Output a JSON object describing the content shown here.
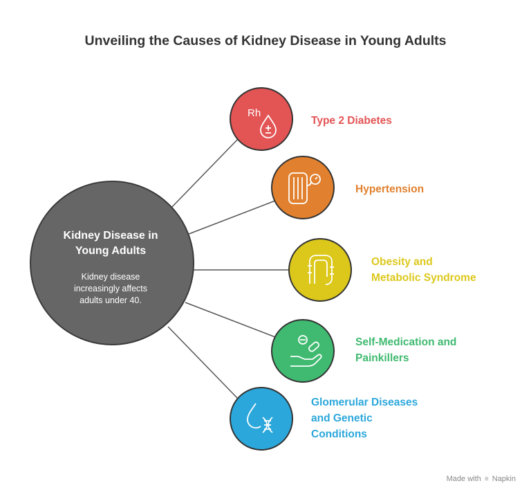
{
  "title": "Unveiling the Causes of Kidney Disease in Young Adults",
  "center": {
    "title_lines": [
      "Kidney Disease in",
      "Young Adults"
    ],
    "description_lines": [
      "Kidney disease",
      "increasingly affects",
      "adults under 40."
    ],
    "color": "#666666"
  },
  "causes": [
    {
      "label_lines": [
        "Type 2 Diabetes"
      ],
      "color": "#E35454",
      "icon": "rh-blood-drop-icon",
      "icon_text": "Rh"
    },
    {
      "label_lines": [
        "Hypertension"
      ],
      "color": "#E1812F",
      "icon": "blood-pressure-gauge-icon"
    },
    {
      "label_lines": [
        "Obesity and",
        "Metabolic Syndrome"
      ],
      "color": "#DCC81B",
      "icon": "intestine-icon"
    },
    {
      "label_lines": [
        "Self-Medication and",
        "Painkillers"
      ],
      "color": "#3FBA70",
      "icon": "pills-in-hand-icon"
    },
    {
      "label_lines": [
        "Glomerular Diseases",
        "and Genetic",
        "Conditions"
      ],
      "color": "#2BA7DB",
      "icon": "drop-dna-icon"
    }
  ],
  "footer": {
    "prefix": "Made with",
    "brand": "Napkin"
  }
}
